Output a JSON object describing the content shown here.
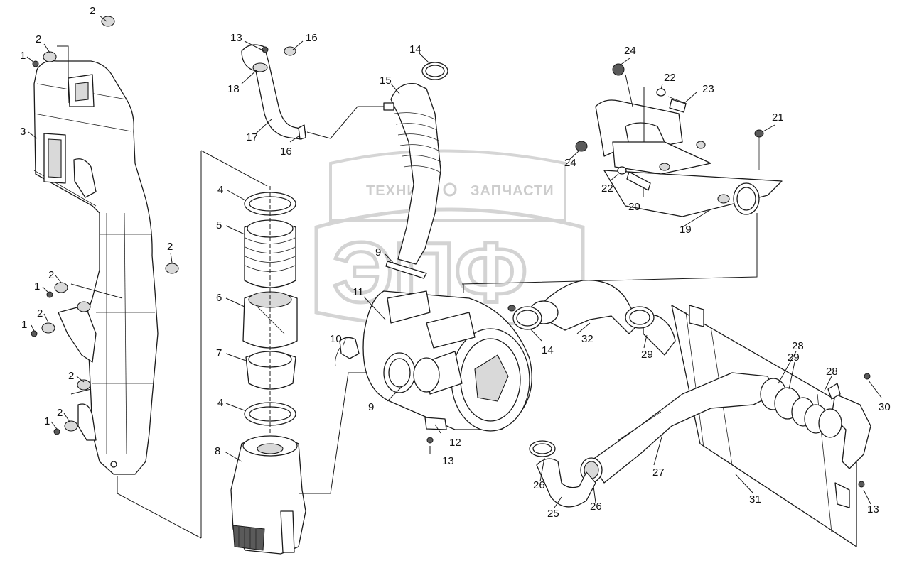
{
  "watermark": {
    "top_text": "ТЕХНИКА",
    "top_text_right": "ЗАПЧАСТИ",
    "logo_text": "ЭПФ"
  },
  "callouts": {
    "c1a": "1",
    "c1b": "1",
    "c1c": "1",
    "c1d": "1",
    "c2a": "2",
    "c2b": "2",
    "c2c": "2",
    "c2d": "2",
    "c2e": "2",
    "c2f": "2",
    "c2g": "2",
    "c3": "3",
    "c4a": "4",
    "c4b": "4",
    "c5": "5",
    "c6": "6",
    "c7": "7",
    "c8": "8",
    "c9a": "9",
    "c9b": "9",
    "c10": "10",
    "c11": "11",
    "c12": "12",
    "c13a": "13",
    "c13b": "13",
    "c13c": "13",
    "c14a": "14",
    "c14b": "14",
    "c15": "15",
    "c16a": "16",
    "c16b": "16",
    "c17": "17",
    "c18": "18",
    "c19": "19",
    "c20": "20",
    "c21": "21",
    "c22a": "22",
    "c22b": "22",
    "c23": "23",
    "c24a": "24",
    "c24b": "24",
    "c25": "25",
    "c26a": "26",
    "c26b": "26",
    "c27": "27",
    "c28a": "28",
    "c28b": "28",
    "c29a": "29",
    "c29b": "29",
    "c30": "30",
    "c31": "31",
    "c32": "32"
  }
}
